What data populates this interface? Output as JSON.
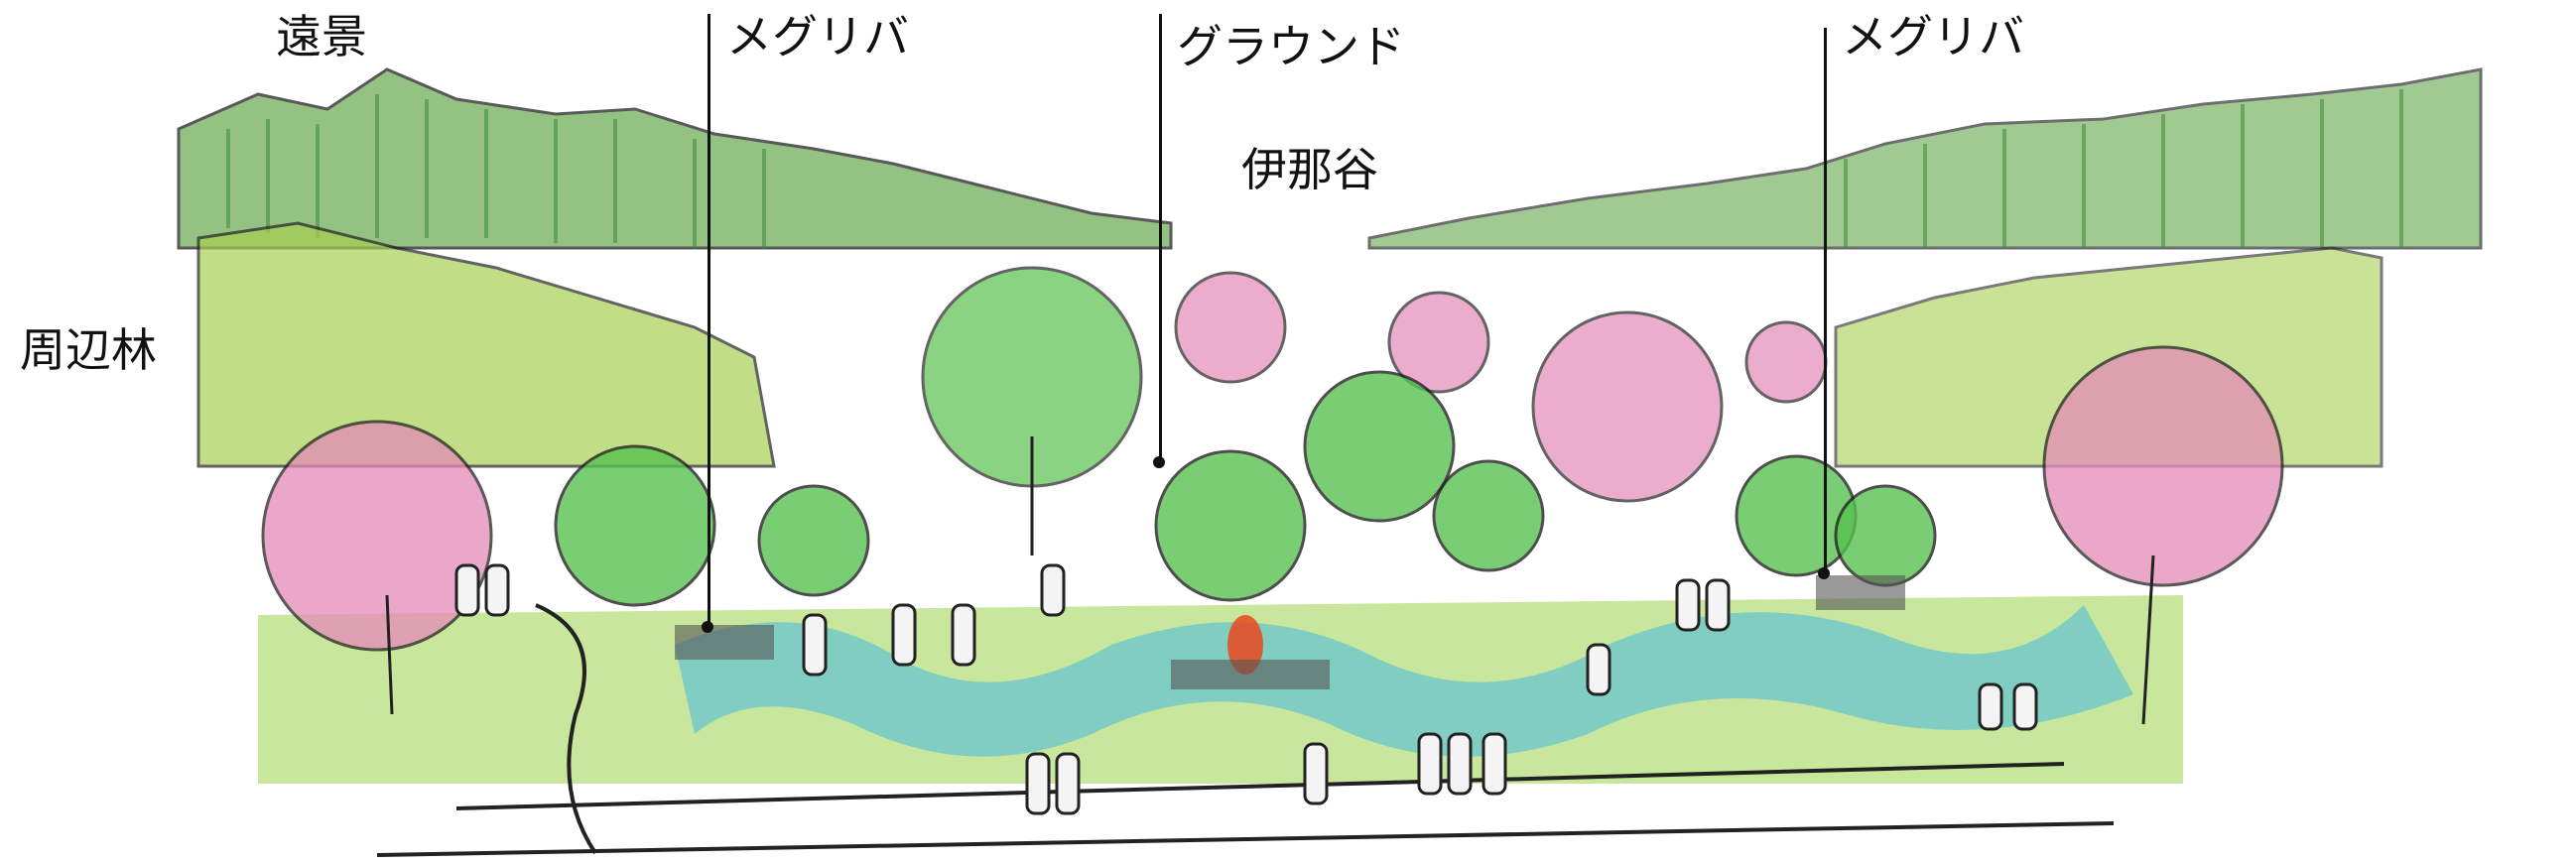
{
  "labels": {
    "distant_view": "遠景",
    "meguriba_left": "メグリバ",
    "ground": "グラウンド",
    "ina_valley": "伊那谷",
    "meguriba_right": "メグリバ",
    "surrounding_forest": "周辺林"
  },
  "colors": {
    "mountain_green": "#6fae5a",
    "forest_green": "#a7cf52",
    "tree_green": "#58c14f",
    "blossom_pink": "#e48ab8",
    "stream_blue": "#45b8e0",
    "grass_green": "#9bd24a",
    "fire_red": "#e9481f",
    "ink": "#111111"
  }
}
